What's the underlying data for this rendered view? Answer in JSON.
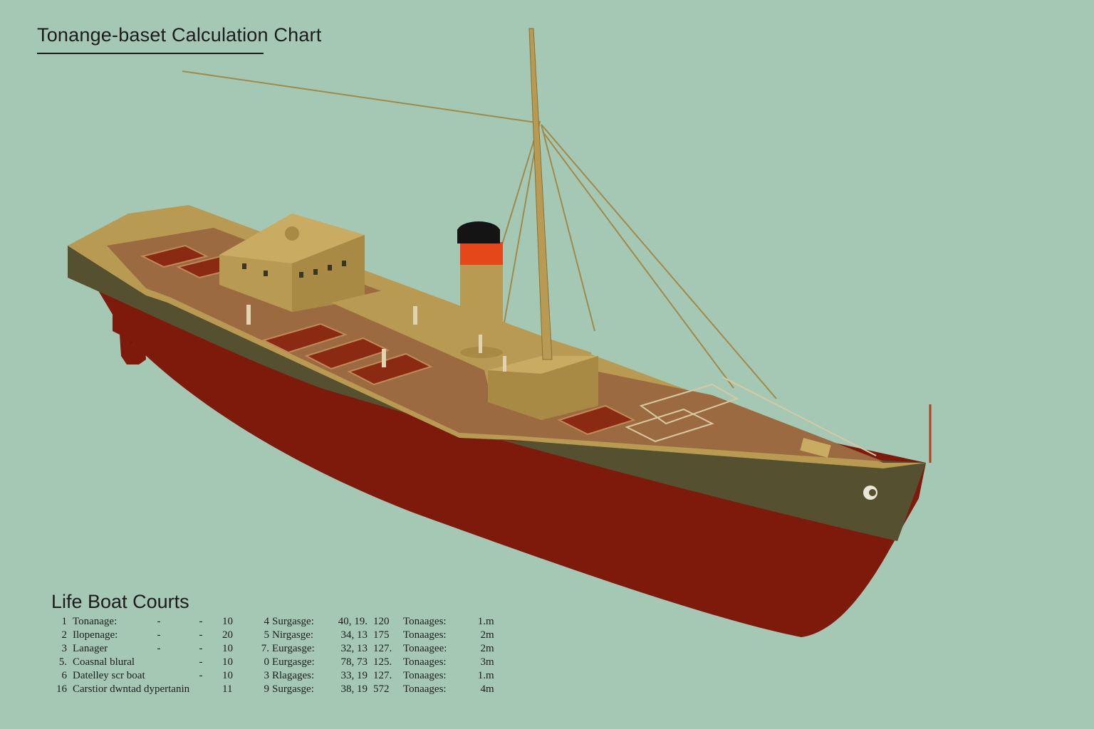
{
  "title": "Tonange-baset Calculation  Chart",
  "legend": {
    "title": "Life Boat Courts",
    "rows": [
      {
        "n1": "1",
        "label": "Tonanage:",
        "d1": "-",
        "d2": "-",
        "v1": "10",
        "n2": "4",
        "label2": "Surgasge:",
        "v2": "40, 19.",
        "v3": "120",
        "label3": "Tonaages:",
        "v4": "1.",
        "v5": "m"
      },
      {
        "n1": "2",
        "label": "Ilopenage:",
        "d1": "-",
        "d2": "-",
        "v1": "20",
        "n2": "5",
        "label2": "Nirgasge:",
        "v2": "34, 13",
        "v3": "175",
        "label3": "Tonaages:",
        "v4": "2",
        "v5": "m"
      },
      {
        "n1": "3",
        "label": "Lanager",
        "d1": "-",
        "d2": "-",
        "v1": "10",
        "n2": "7.",
        "label2": "Eurgasge:",
        "v2": "32, 13",
        "v3": "127.",
        "label3": "Tonaagee:",
        "v4": "2",
        "v5": "m"
      },
      {
        "n1": "5.",
        "label": "Coasnal blural",
        "d1": "",
        "d2": "-",
        "v1": "10",
        "n2": "0",
        "label2": "Eurgasge:",
        "v2": "78, 73",
        "v3": "125.",
        "label3": "Tonaages:",
        "v4": "3",
        "v5": "m"
      },
      {
        "n1": "6",
        "label": "Datelley scr boat",
        "d1": "",
        "d2": "-",
        "v1": "10",
        "n2": "3",
        "label2": "Rlagages:",
        "v2": "33, 19",
        "v3": "127.",
        "label3": "Tonaages:",
        "v4": "1.",
        "v5": "m"
      },
      {
        "n1": "16",
        "label": "Carstior dwntad dypertanin",
        "d1": "",
        "d2": "",
        "v1": "11",
        "n2": "9",
        "label2": "Surgasge:",
        "v2": "38, 19",
        "v3": "572",
        "label3": "Tonaages:",
        "v4": "4",
        "v5": "m"
      }
    ]
  },
  "colors": {
    "background": "#a5c8b5",
    "hull_red": "#7e1a0c",
    "hull_band": "#55502f",
    "deck": "#b89a52",
    "deck_dark": "#9c8040",
    "funnel_top": "#141414",
    "funnel_band": "#e5471b",
    "rigging": "#a08a4a"
  }
}
